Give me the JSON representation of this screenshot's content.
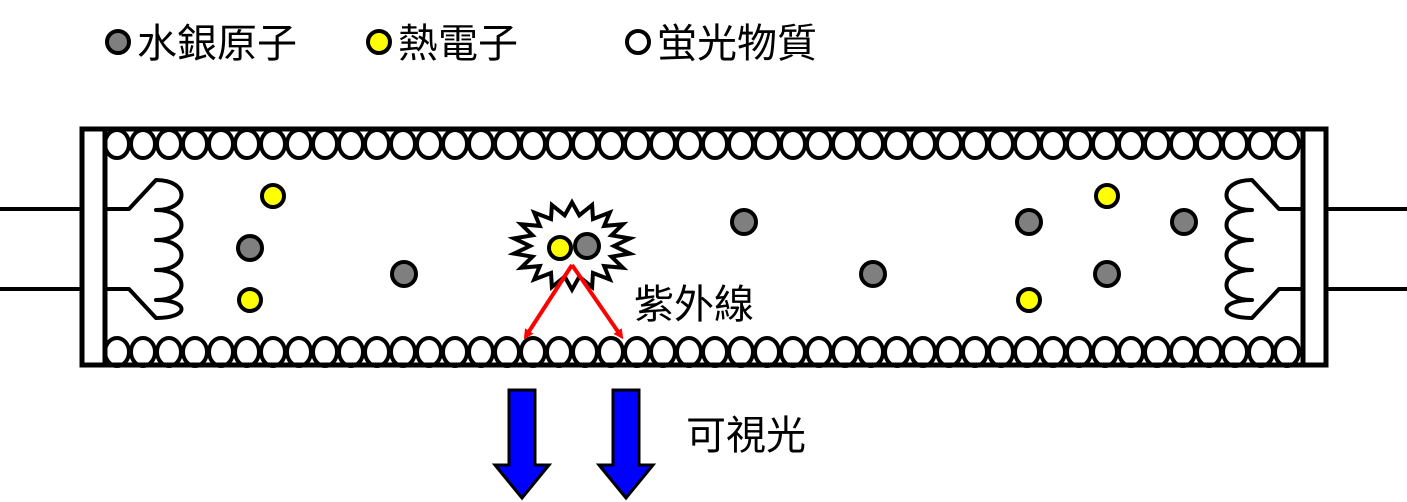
{
  "legend": [
    {
      "label": "水銀原子",
      "color": "#7f7f7f"
    },
    {
      "label": "熱電子",
      "color": "#ffff00"
    },
    {
      "label": "蛍光物質",
      "color": "#ffffff"
    }
  ],
  "labels": {
    "ultraviolet": "紫外線",
    "visible_light": "可視光"
  },
  "colors": {
    "mercury": "#7f7f7f",
    "electron": "#ffff00",
    "phosphor": "#ffffff",
    "uv_arrow": "#ff0000",
    "light_arrow": "#0000ff"
  }
}
